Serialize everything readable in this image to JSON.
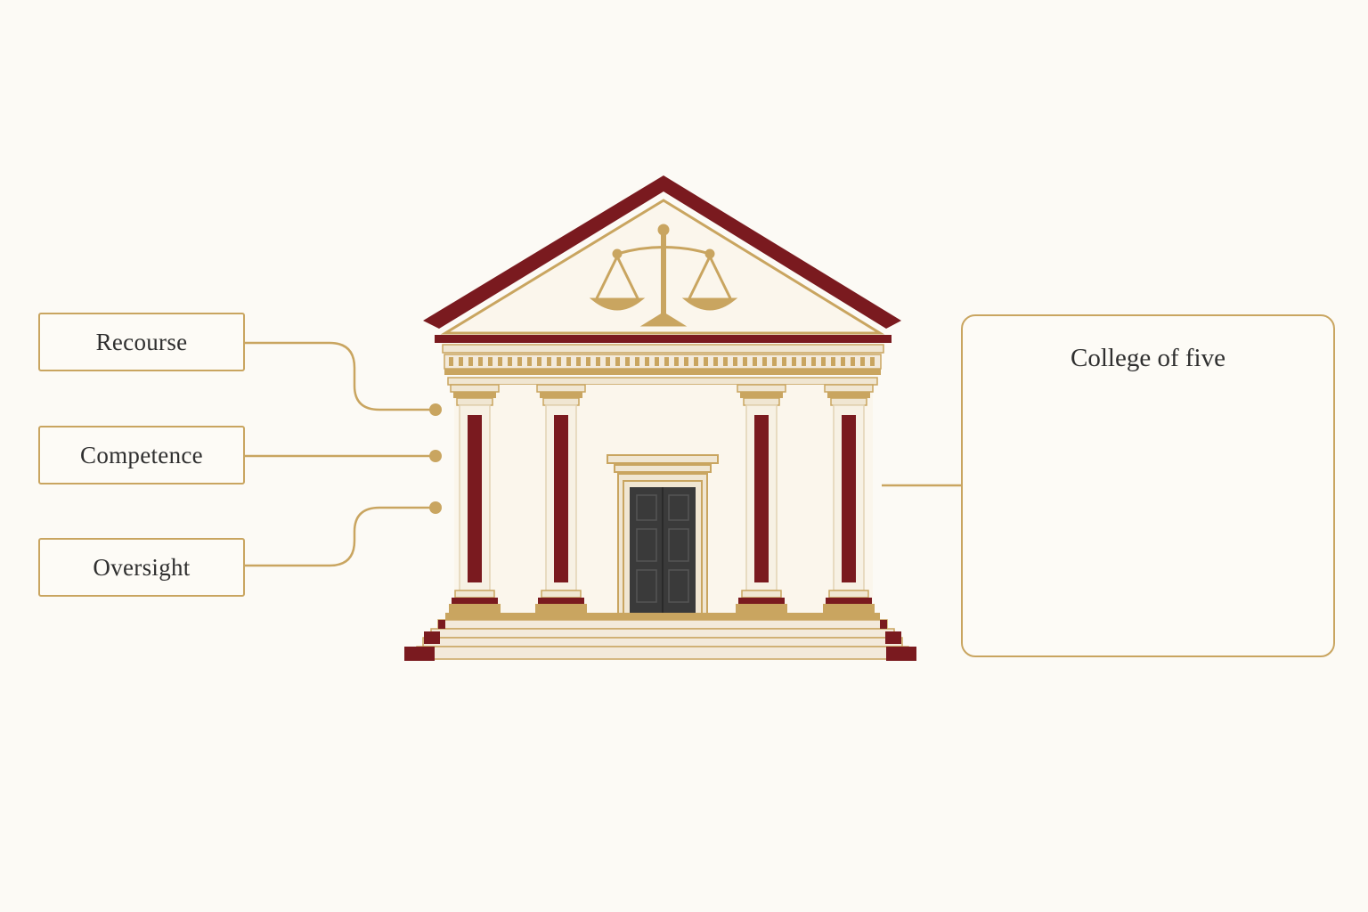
{
  "labels": {
    "recourse": "Recourse",
    "competence": "Competence",
    "oversight": "Oversight"
  },
  "college": {
    "title": "College of five",
    "judge_count": 5
  },
  "icons": {
    "pediment_emblem": "scales-of-justice-icon",
    "divider_ornament": "four-point-star-icon"
  },
  "colors": {
    "maroon": "#7a1a1f",
    "gold": "#c9a560",
    "cream": "#f7f1e4",
    "door": "#3a3a3a",
    "background": "#fcfaf5"
  }
}
